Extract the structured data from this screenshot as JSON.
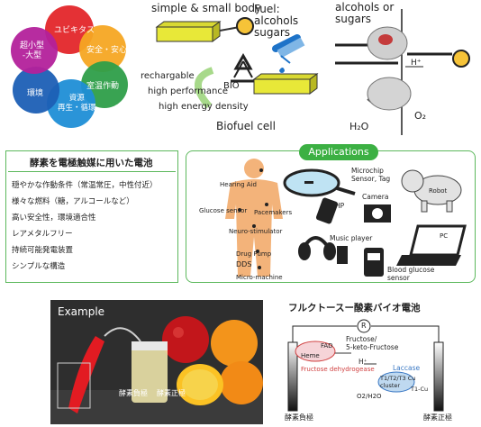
{
  "top": {
    "circles": [
      {
        "label": "ユビキタス",
        "color": "#e3262a"
      },
      {
        "label": "安全・安心",
        "color": "#f5a623"
      },
      {
        "label": "室温作動",
        "color": "#2e9e49"
      },
      {
        "label": "資源\n再生・循環",
        "color": "#1f8ed6"
      },
      {
        "label": "環境",
        "color": "#1c5fb5"
      },
      {
        "label": "超小型\n-大型",
        "color": "#b3219b"
      }
    ],
    "simple_small_body": "simple & small body",
    "fuel_label": "Fuel:\nalcohols\nsugars",
    "alcohols_sugars": "alcohols or\nsugars",
    "bio": "BIO",
    "rechargable": "rechargable",
    "high_performance": "high performance",
    "high_energy_density": "high energy density",
    "biofuel_cell": "Biofuel cell",
    "h_plus": "H⁺",
    "h2o": "H₂O",
    "o2": "O₂"
  },
  "left_box": {
    "title": "酵素を電極触媒に用いた電池",
    "items": [
      "穏やかな作動条件（常温常圧，中性付近）",
      "様々な燃料（糖，アルコールなど）",
      "高い安全性，環境適合性",
      "レアメタルフリー",
      "持続可能発電装置",
      "シンプルな構造"
    ]
  },
  "applications": {
    "tab": "Applications",
    "labels": {
      "hearing_aid": "Hearing Aid",
      "glucose_sensor": "Glucose sensor",
      "pacemakers": "Pacemakers",
      "neuro_stimulator": "Neuro-stimulator",
      "drug_pump": "Drug Pump",
      "dds": "DDS",
      "micro_machine": "Micro-machine",
      "microchip": "Microchip\nSensor, Tag",
      "camera": "Camera",
      "robot": "Robot",
      "hp": "HP",
      "music_player": "Music player",
      "pc": "PC",
      "blood_glucose": "Blood glucose\nsensor"
    }
  },
  "example": {
    "label": "Example",
    "anode_label": "酵素負極",
    "cathode_label": "酵素正極"
  },
  "fructose_cell": {
    "title": "フルクトースー酸素バイオ電池",
    "r": "R",
    "fad": "FAD",
    "heme": "Heme",
    "fructose": "Fructose/\n5-keto-Fructose",
    "h_plus": "H⁺",
    "fdh": "Fructose dehydrogease",
    "laccase": "Laccase",
    "cluster": "T1/T2/T3 Cu\ncluster",
    "t1cu": "T1-Cu",
    "o2h2o": "O2/H2O",
    "anode": "酵素負極",
    "cathode": "酵素正極"
  }
}
